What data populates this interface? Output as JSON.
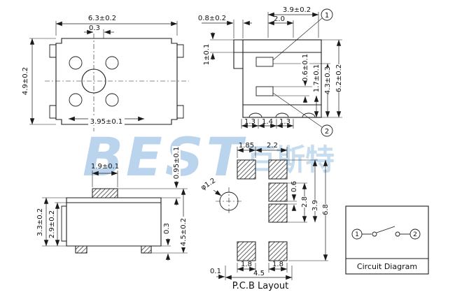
{
  "watermark": {
    "en": "BEST",
    "cn": "百斯特"
  },
  "top_view": {
    "dim_width": "6.3±0.2",
    "dim_offset": "0.3",
    "dim_height": "4.9±0.2",
    "dim_bottom": "3.95±0.1"
  },
  "front_view": {
    "dim_gap": "0.8±0.2",
    "dim_left": "1±0.1",
    "dim_top_width": "3.9±0.2",
    "dim_stem": "2.0",
    "callout_1": "1",
    "callout_2": "2",
    "dim_pin": "0.6±0.1",
    "dim_h1": "1.7±0.1",
    "dim_h2": "4.3±0.3",
    "dim_h3": "6.2±0.2",
    "dim_b1": "1.3",
    "dim_b2": "1.4",
    "dim_b3": "1.3"
  },
  "side_view": {
    "dim_stem_w": "1.9±0.1",
    "dim_stem_h": "0.95±0.1",
    "dim_left_outer": "3.3±0.2",
    "dim_left_inner": "2.9±0.2",
    "dim_foot": "0.3",
    "dim_height": "4.5±0.2"
  },
  "pcb": {
    "title": "P.C.B Layout",
    "dim_pad_w": "1.85",
    "dim_pitch": "2.2",
    "dim_hole": "φ1.2",
    "dim_v1": "0.6",
    "dim_v2": "2.8",
    "dim_v3": "3.9",
    "dim_v4": "6.8",
    "dim_pad1": "1.8",
    "dim_pad2": "1.8",
    "dim_edge": "0.1",
    "dim_width": "4.5"
  },
  "circuit": {
    "label": "Circuit Diagram",
    "pin_1": "1",
    "pin_2": "2"
  }
}
